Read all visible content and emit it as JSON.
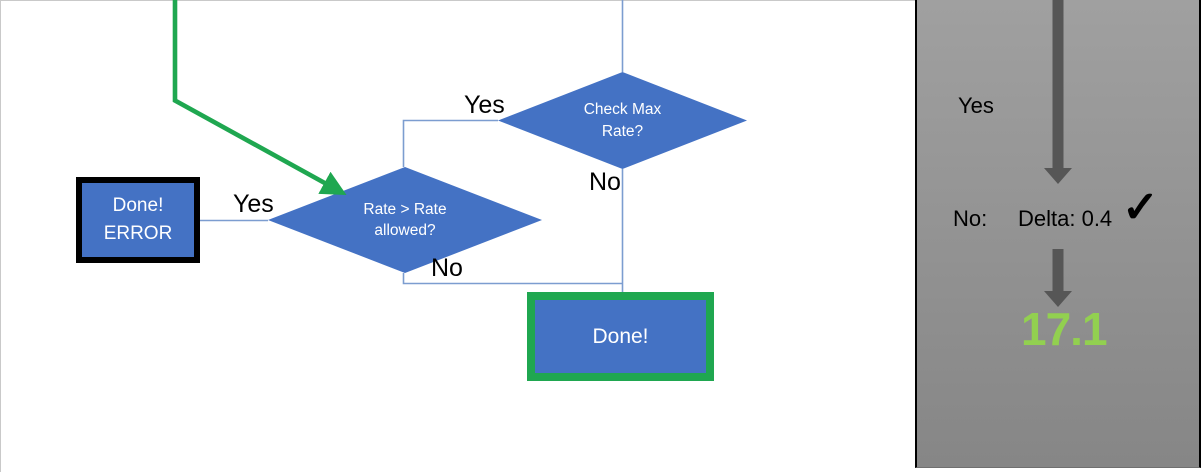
{
  "theme": {
    "shape_blue": "#4472C4",
    "connector_blue": "#7C9DD0",
    "accent_green": "#1FA750",
    "result_green": "#92D050",
    "arrow_gray": "#565656",
    "panel_top": "#A0A0A0",
    "panel_bottom": "#868686"
  },
  "flowchart": {
    "decision_check_max_rate": {
      "label": "Check Max\nRate?",
      "yes": "Yes",
      "no": "No"
    },
    "decision_rate_allowed": {
      "label": "Rate > Rate\nallowed?",
      "yes": "Yes",
      "no": "No"
    },
    "error_terminal": {
      "label": "Done!\nERROR"
    },
    "done_terminal": {
      "label": "Done!"
    }
  },
  "side_panel": {
    "yes_label": "Yes",
    "no_label": "No:",
    "delta_value": "Delta: 0.4",
    "check_mark": "✓",
    "result_value": "17.1"
  }
}
